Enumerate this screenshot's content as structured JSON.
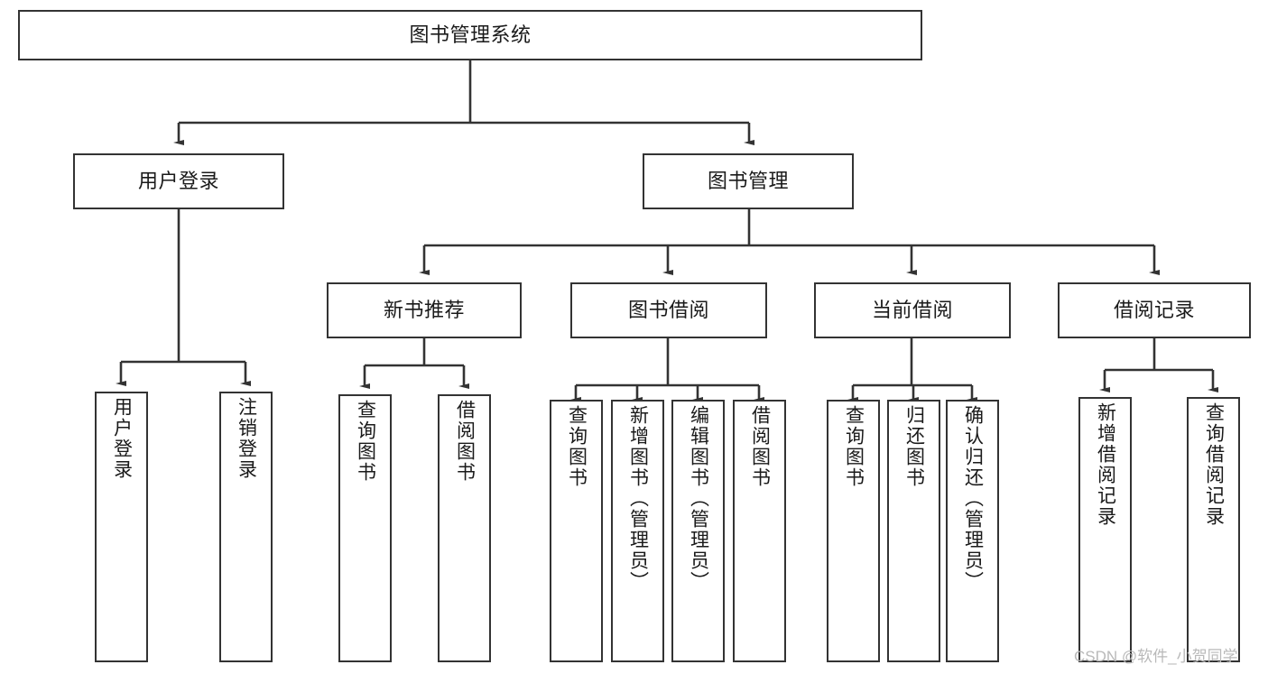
{
  "diagram": {
    "title": "图书管理系统",
    "type": "tree",
    "watermark": "CSDN @软件_小贺同学",
    "colors": {
      "box_border": "#333333",
      "box_fill": "#ffffff",
      "edge": "#333333",
      "text": "#1a1a1a",
      "watermark": "#b9b9b9",
      "background": "#ffffff"
    },
    "root": {
      "label": "图书管理系统"
    },
    "level2": [
      {
        "label": "用户登录"
      },
      {
        "label": "图书管理"
      }
    ],
    "level3": [
      {
        "label": "新书推荐"
      },
      {
        "label": "图书借阅"
      },
      {
        "label": "当前借阅"
      },
      {
        "label": "借阅记录"
      }
    ],
    "leaves_user_login": [
      {
        "label": "用户登录"
      },
      {
        "label": "注销登录"
      }
    ],
    "leaves_new_book": [
      {
        "label": "查询图书"
      },
      {
        "label": "借阅图书"
      }
    ],
    "leaves_book_borrow": [
      {
        "label": "查询图书"
      },
      {
        "label": "新增图书（管理员）"
      },
      {
        "label": "编辑图书（管理员）"
      },
      {
        "label": "借阅图书"
      }
    ],
    "leaves_current_borrow": [
      {
        "label": "查询图书"
      },
      {
        "label": "归还图书"
      },
      {
        "label": "确认归还（管理员）"
      }
    ],
    "leaves_borrow_record": [
      {
        "label": "新增借阅记录"
      },
      {
        "label": "查询借阅记录"
      }
    ]
  }
}
